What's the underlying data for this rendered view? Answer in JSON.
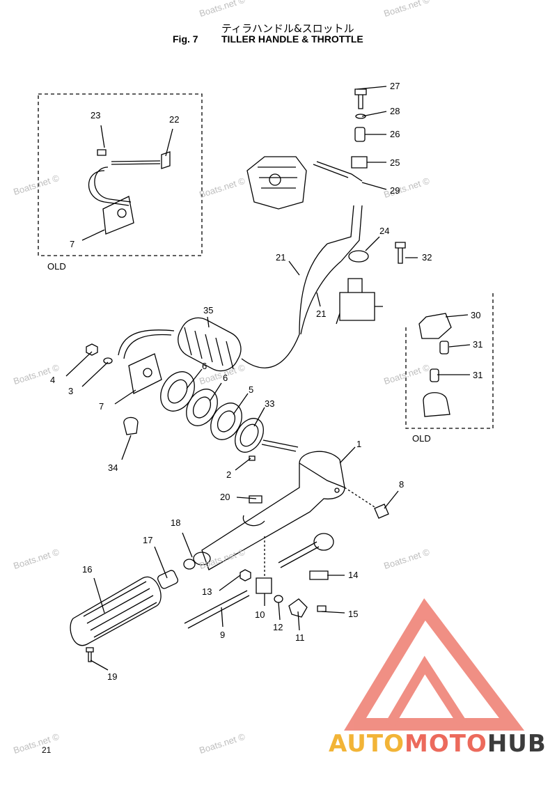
{
  "header": {
    "title_jp": "ティラハンドル&スロットル",
    "fig_label": "Fig. 7",
    "title_en": "TILLER HANDLE & THROTTLE"
  },
  "watermark": "Boats.net ©",
  "old_labels": [
    "OLD",
    "OLD"
  ],
  "callouts": [
    "27",
    "28",
    "26",
    "25",
    "29",
    "24",
    "32",
    "23",
    "22",
    "7",
    "21",
    "21",
    "35",
    "30",
    "31",
    "31",
    "4",
    "3",
    "6",
    "6",
    "5",
    "33",
    "7",
    "34",
    "1",
    "2",
    "8",
    "20",
    "18",
    "17",
    "16",
    "13",
    "10",
    "14",
    "15",
    "12",
    "11",
    "9",
    "19"
  ],
  "page_number": "21",
  "brand": {
    "part1": "AUTO",
    "part2": "MOTO",
    "part3": "HUB",
    "logo_color": "#ec6a5c"
  }
}
